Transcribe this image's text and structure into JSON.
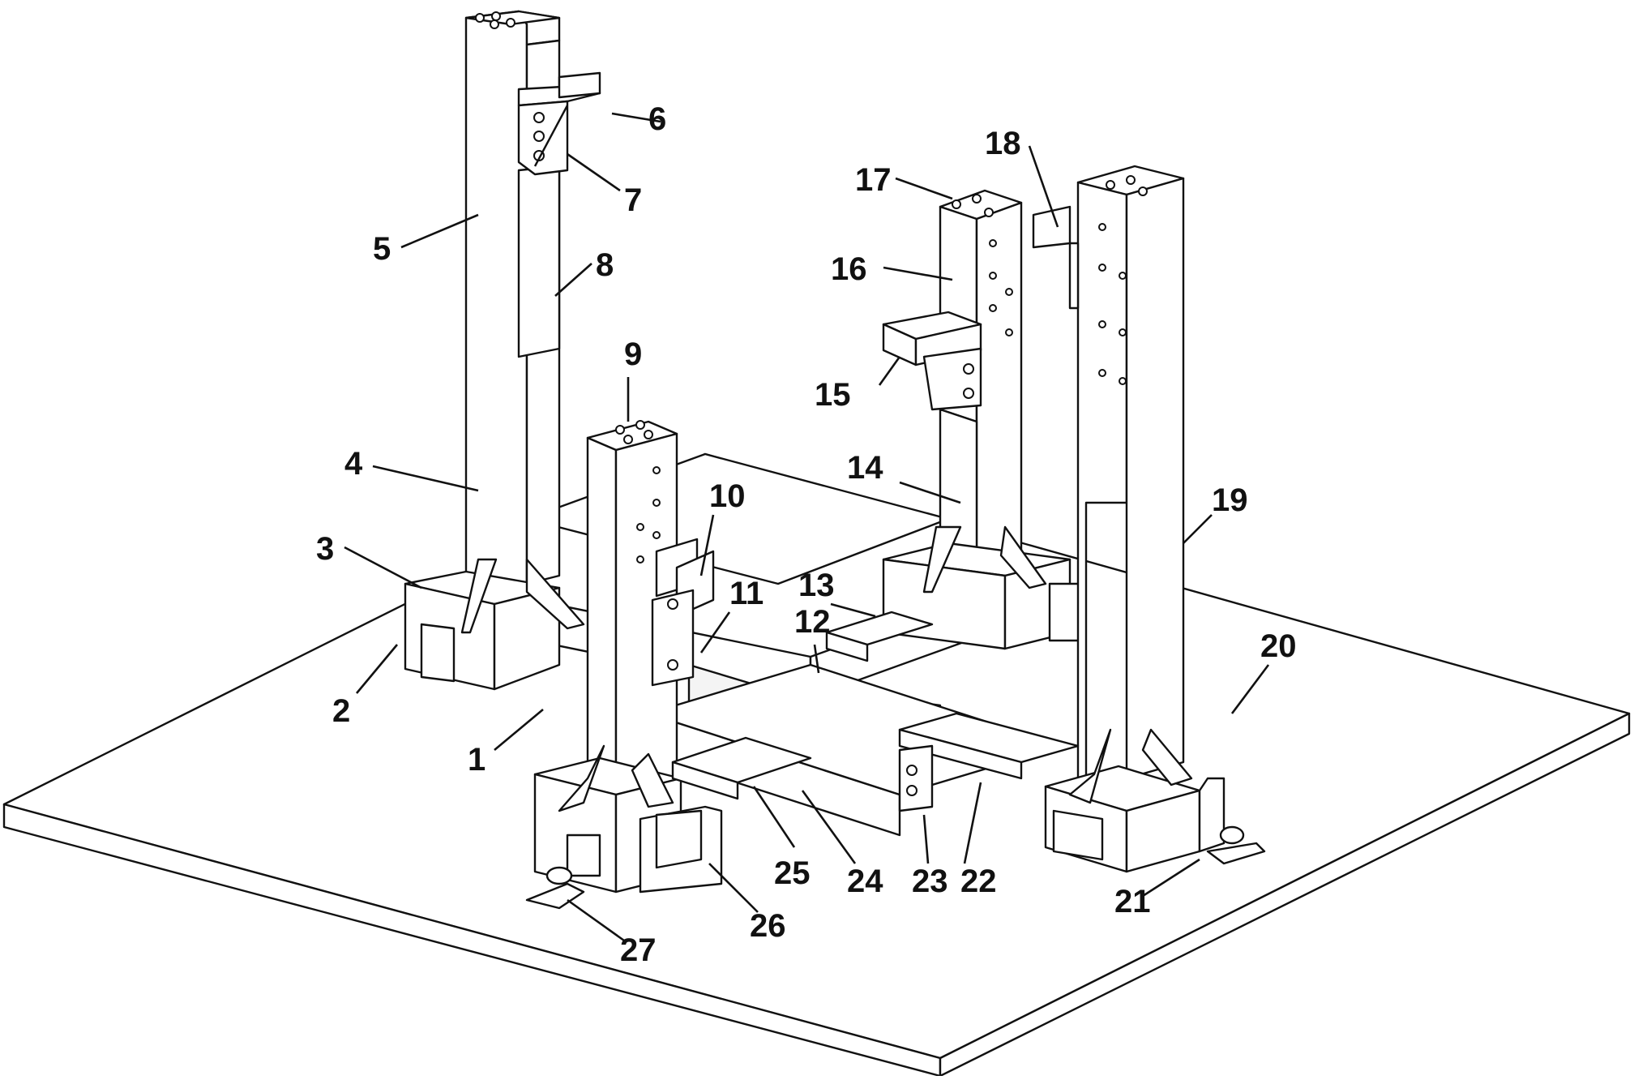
{
  "labels": [
    "1",
    "2",
    "3",
    "4",
    "5",
    "6",
    "7",
    "8",
    "9",
    "10",
    "11",
    "12",
    "13",
    "14",
    "15",
    "16",
    "17",
    "18",
    "19",
    "20",
    "21",
    "22",
    "23",
    "24",
    "25",
    "26",
    "27"
  ]
}
